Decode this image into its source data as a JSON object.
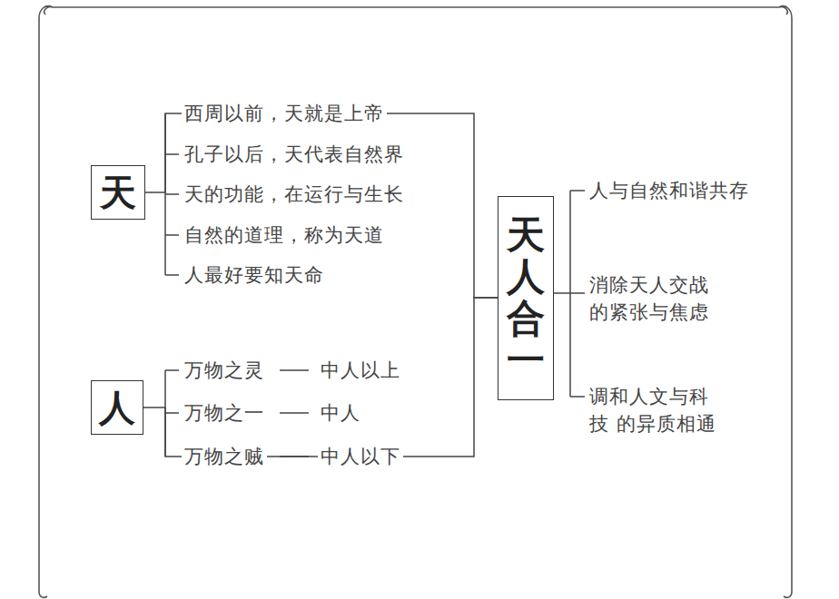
{
  "diagram": {
    "nodes": [
      {
        "text": [
          "天"
        ]
      },
      {
        "text": [
          "人"
        ]
      },
      {
        "text": [
          "天人合一"
        ]
      }
    ],
    "edges": [
      {
        "from": 0,
        "to": 2,
        "arrow": "none"
      },
      {
        "from": 1,
        "to": 2,
        "arrow": "none"
      }
    ],
    "labels": [
      "西周以前，天就是上帝",
      "孔子以后，天代表自然界",
      "天的功能，在运行与生长",
      "自然的道理，称为天道",
      "人最好要知天命",
      "万物之灵",
      "中人以上",
      "万物之一",
      "中人",
      "万物之贼",
      "中人以下",
      "人与自然和谐共存",
      "消除天人交战 的紧张与焦虑",
      "调和人文与科技 的异质相通"
    ]
  }
}
